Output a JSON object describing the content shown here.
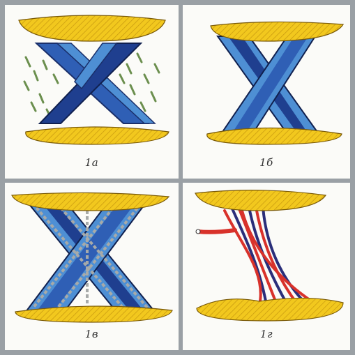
{
  "panels": [
    {
      "label": "1a"
    },
    {
      "label": "1б"
    },
    {
      "label": "1в"
    },
    {
      "label": "1г"
    }
  ],
  "colors": {
    "bone": "#f2c81e",
    "bone_hatch": "#c99a10",
    "ligament_dark": "#1f3f8f",
    "ligament_light": "#4e8fd4",
    "ligament_mid": "#2f5fb5",
    "fiber_green": "#6b8f4e",
    "chain_gray": "#a7aaa9",
    "fiber_red": "#d8322b",
    "fiber_navy": "#2a2e7a"
  }
}
